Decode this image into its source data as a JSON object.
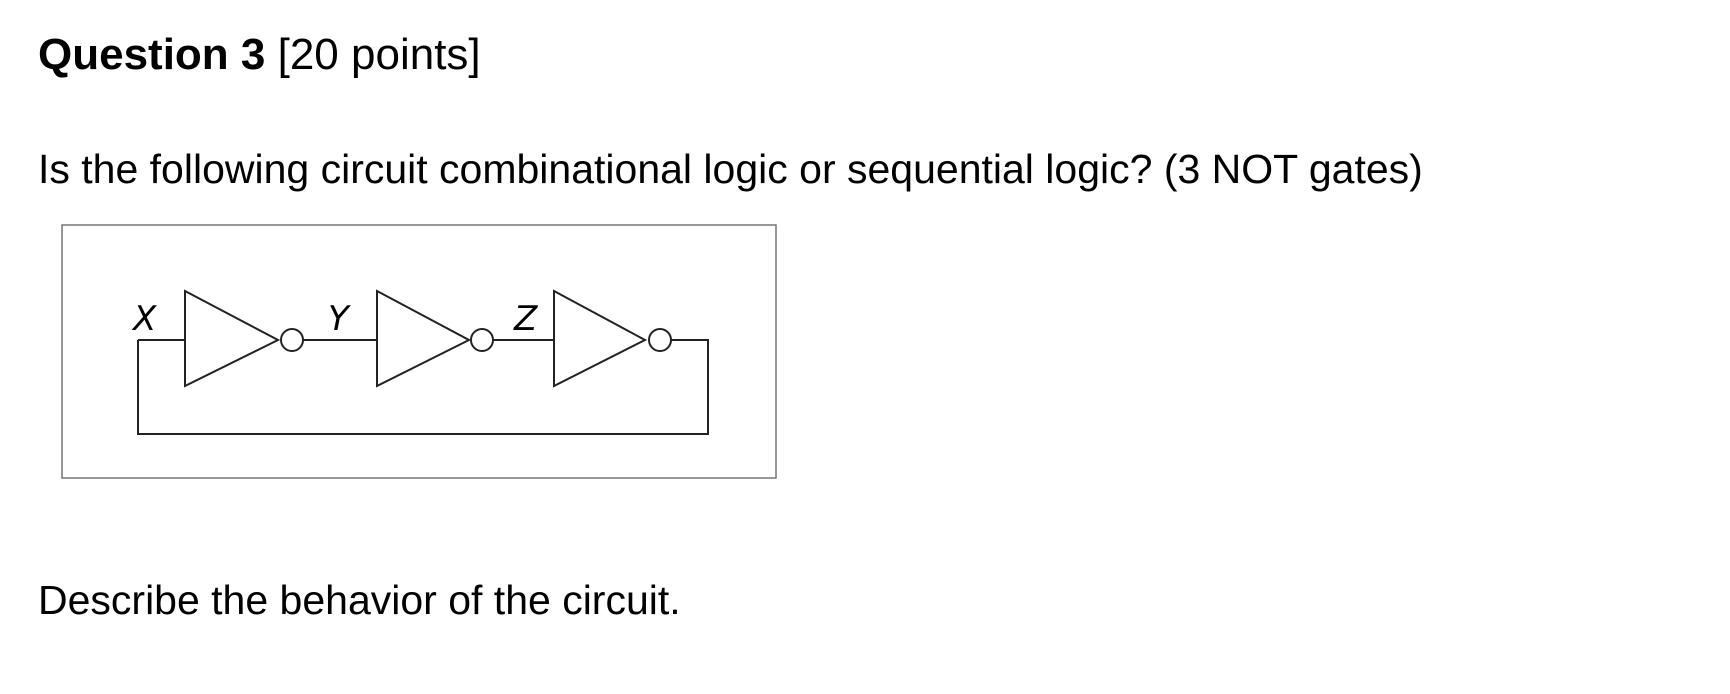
{
  "question": {
    "number_label": "Question 3",
    "points_label": "[20 points]",
    "prompt": "Is the following circuit combinational logic or sequential logic? (3 NOT gates)",
    "followup": "Describe the behavior of the circuit."
  },
  "circuit": {
    "gate_type": "NOT",
    "gate_count": 3,
    "node_labels": [
      "X",
      "Y",
      "Z"
    ],
    "feedback_loop": true
  }
}
